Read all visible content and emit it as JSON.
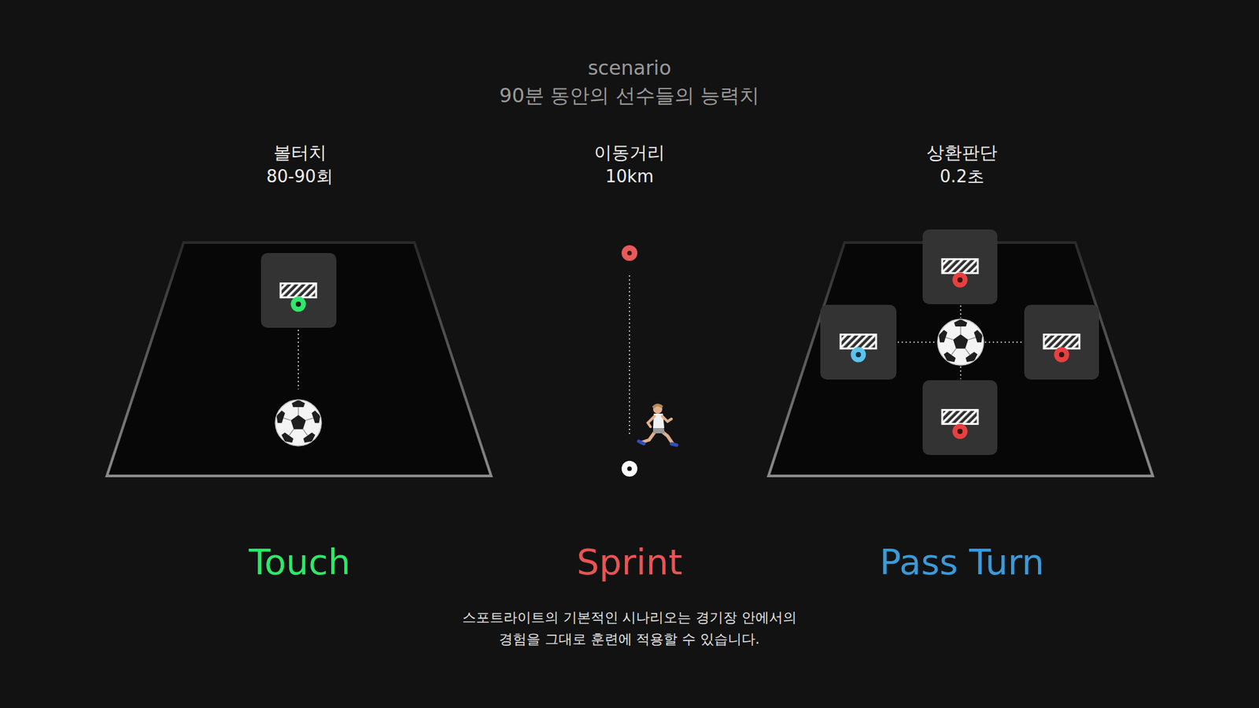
{
  "diagram": {
    "title": "scenario",
    "caption": "스포트라이트의 기본적인 시나리오는 경기장 안에서의 경험을 그대로 훈련에 적용할 수 있습니다.",
    "labels": [
      "90분 동안의 선수들의 능력치",
      "볼터치",
      "80-90회",
      "이동거리",
      "10km",
      "상환판단",
      "0.2초",
      "Touch",
      "Sprint",
      "Pass Turn"
    ]
  }
}
